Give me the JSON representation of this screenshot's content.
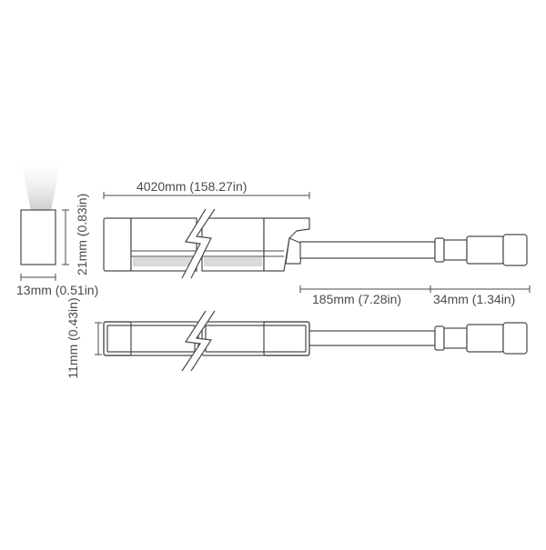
{
  "dimensions": {
    "length_label": "4020mm (158.27in)",
    "height_label": "21mm (0.83in)",
    "width_label": "13mm (0.51in)",
    "cable_label": "185mm (7.28in)",
    "connector_label": "34mm (1.34in)",
    "thickness_label": "11mm (0.43in)"
  },
  "colors": {
    "line": "#4a4a4a",
    "body_fill": "#ffffff",
    "shade": "#d0d0d0"
  }
}
